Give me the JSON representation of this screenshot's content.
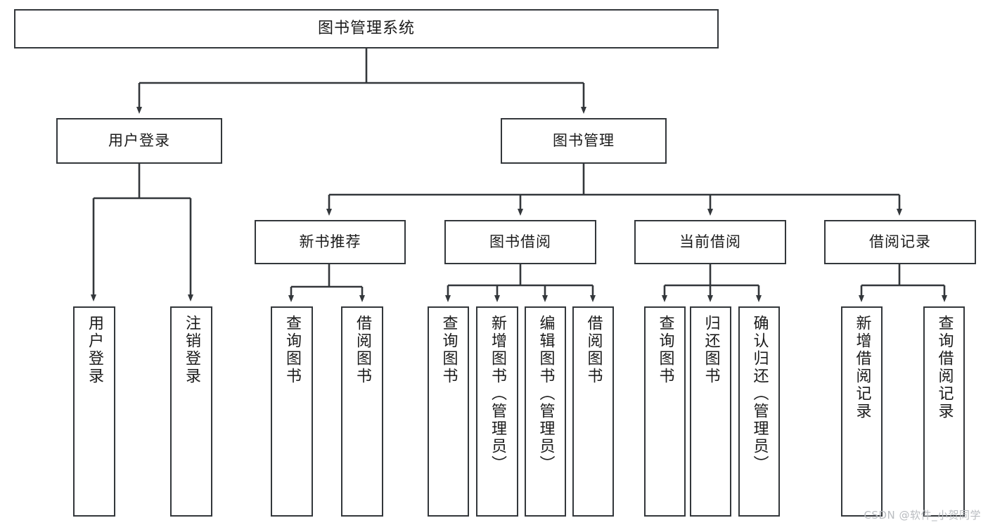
{
  "diagram": {
    "type": "tree",
    "title": "图书管理系统",
    "watermark": "CSDN @软件_小贺同学",
    "edge_color": "#33373b",
    "box_border_color": "#33373b",
    "box_fill_color": "#ffffff",
    "nodes": {
      "root": {
        "label": "图书管理系统"
      },
      "level2": [
        {
          "label": "用户登录"
        },
        {
          "label": "图书管理"
        }
      ],
      "level3": [
        {
          "label": "新书推荐"
        },
        {
          "label": "图书借阅"
        },
        {
          "label": "当前借阅"
        },
        {
          "label": "借阅记录"
        }
      ],
      "leaves_user_login": [
        {
          "label": "用户登录"
        },
        {
          "label": "注销登录"
        }
      ],
      "leaves_new_book": [
        {
          "label": "查询图书"
        },
        {
          "label": "借阅图书"
        }
      ],
      "leaves_borrow": [
        {
          "label": "查询图书"
        },
        {
          "label": "新增图书（管理员）"
        },
        {
          "label": "编辑图书（管理员）"
        },
        {
          "label": "借阅图书"
        }
      ],
      "leaves_current": [
        {
          "label": "查询图书"
        },
        {
          "label": "归还图书"
        },
        {
          "label": "确认归还（管理员）"
        }
      ],
      "leaves_records": [
        {
          "label": "新增借阅记录"
        },
        {
          "label": "查询借阅记录"
        }
      ]
    }
  }
}
